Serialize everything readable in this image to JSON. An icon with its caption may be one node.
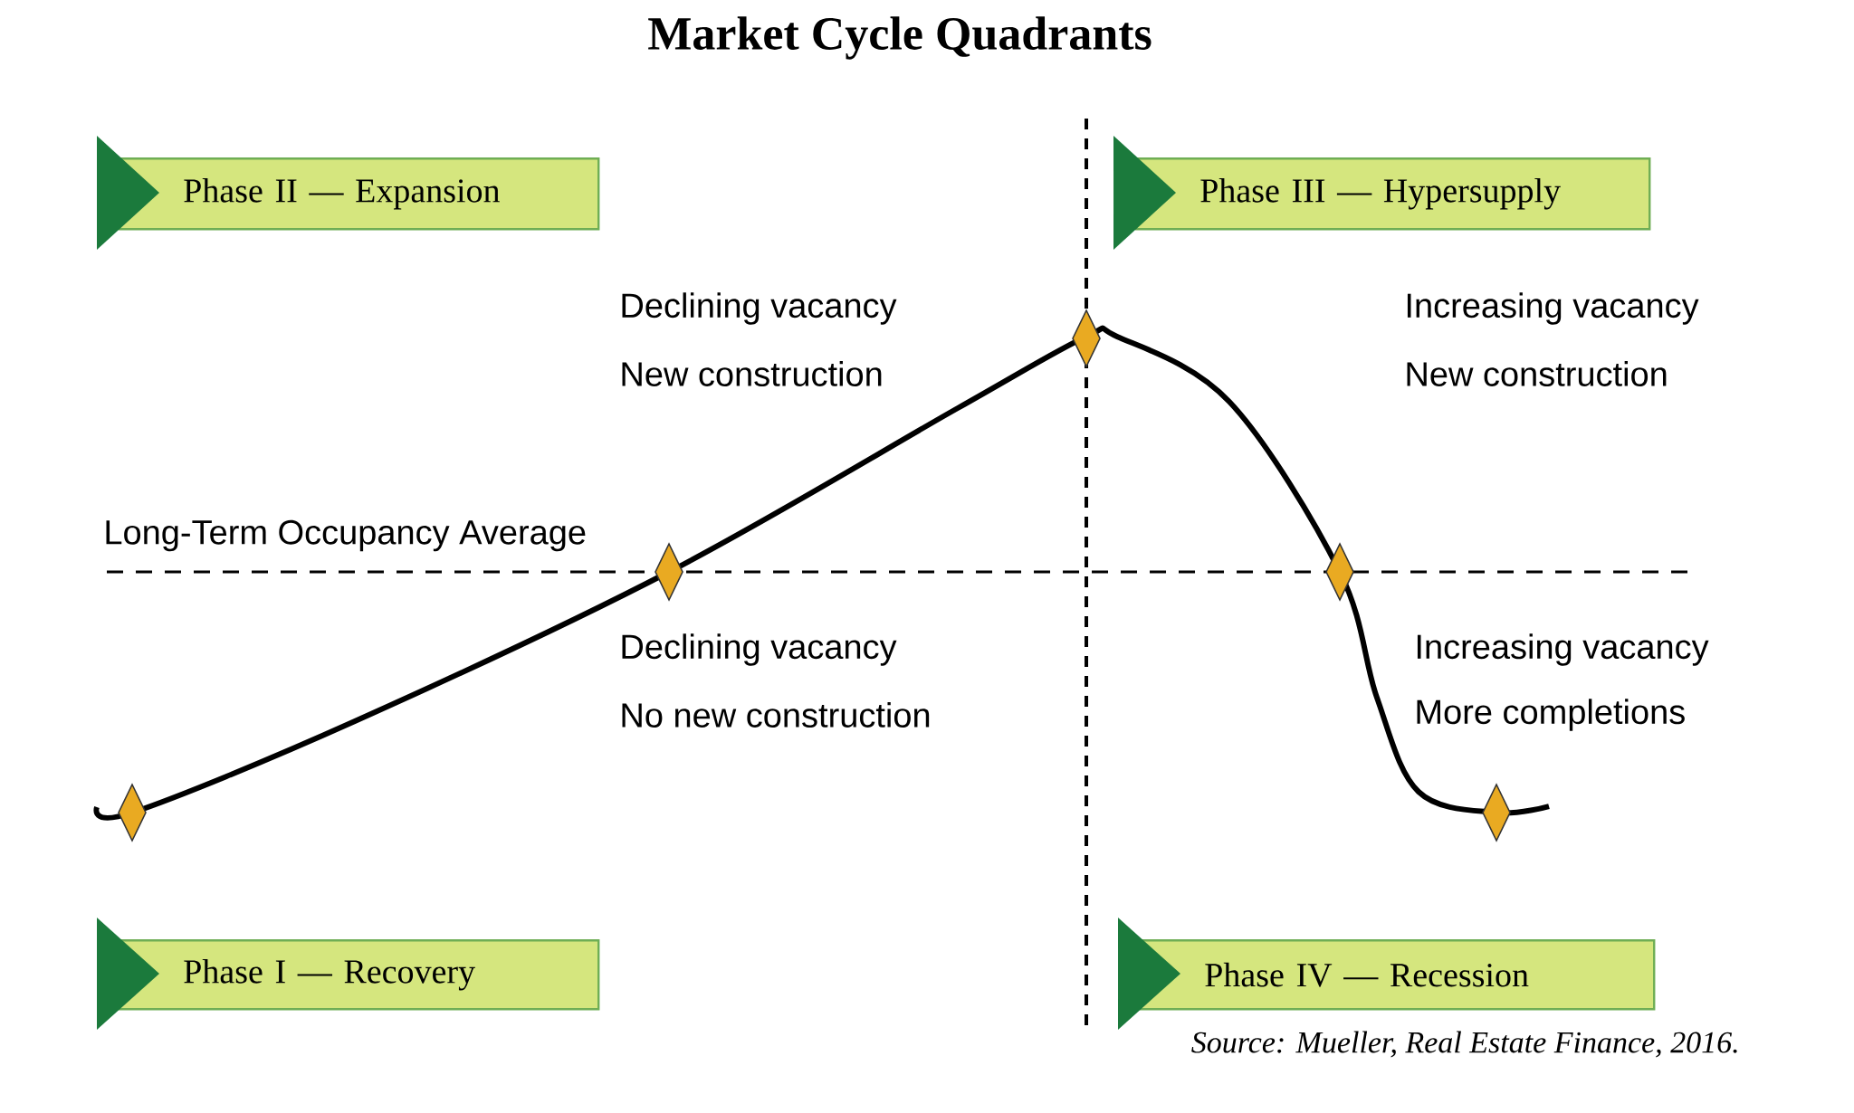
{
  "diagram": {
    "title": "Market Cycle Quadrants",
    "caption": "Source: Mueller, Real Estate Finance, 2016.",
    "nodes": [
      {
        "text": [
          "Phase II — Expansion"
        ]
      },
      {
        "text": [
          "Phase III — Hypersupply"
        ]
      },
      {
        "text": [
          "Phase I — Recovery"
        ]
      },
      {
        "text": [
          "Phase IV — Recession"
        ]
      }
    ],
    "labels": [
      "Declining vacancy",
      "New construction",
      "Increasing vacancy",
      "New construction",
      "Long-Term Occupancy Average",
      "Declining vacancy",
      "No new construction",
      "Increasing vacancy",
      "More completions"
    ]
  }
}
